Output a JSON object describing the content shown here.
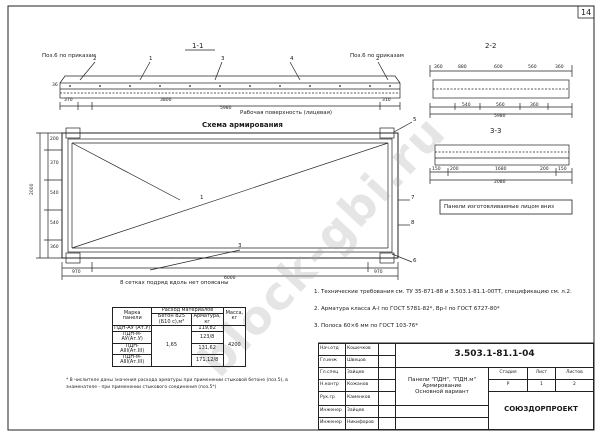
{
  "sheet": {
    "page_number": "14",
    "section_1_1": "1-1",
    "section_2_2": "2-2",
    "section_3_3": "3-3",
    "pos6_left": "Поз.6 по приказам",
    "pos6_right": "Поз.6 по приказам",
    "working_surface": "Рабочая поверхность (лицевая)",
    "scheme_title": "Схема армирования",
    "bottom_note": "Панели изготовливаемые лицом вниз",
    "edge_note": "8 сетках подряд вдоль нет опоясаны",
    "watermark": "block-gbi.ru"
  },
  "dimensions": {
    "section_1_1": [
      "370",
      "3800",
      "310",
      "5980",
      "36"
    ],
    "scheme_left": [
      "200",
      "370",
      "540",
      "540",
      "360",
      "2000"
    ],
    "scheme_bottom": [
      "970",
      "6000",
      "970"
    ],
    "section_2_2": [
      "360",
      "880",
      "600",
      "560",
      "360",
      "540",
      "560",
      "360"
    ],
    "section_2_2_total": "5980",
    "section_3_3": [
      "150",
      "200",
      "1680",
      "200",
      "150"
    ],
    "section_3_3_total": "2080"
  },
  "markers": [
    "1",
    "2",
    "3",
    "4",
    "5",
    "6",
    "7",
    "8"
  ],
  "notes": [
    "1. Технические требования  см.  ТУ 35-871-88 и 3.503.1-81.1-00ТТ, спецификацию см. л.2.",
    "2. Арматура класса  А-I  по ГОСТ 5781-82*,  Вр-I по ГОСТ 6727-80*",
    "3. Полоса  60×6 мм  по ГОСТ 103-76*"
  ],
  "footnote": "* В числителе даны значения расхода арматуры при применении стыковой бетоне (поз.5), в знаменателе - при применении стыкового соединения (поз.5*)",
  "spec_table": {
    "headers": [
      "Марка панели",
      "Расход материалов",
      "Масса, кг"
    ],
    "subheaders": [
      "Бетон В25 (Б10 с),м³",
      "Арматура, кг"
    ],
    "rows": [
      {
        "mark": "ПДН-АУ (Ат.У)",
        "steel": "119,82"
      },
      {
        "mark": "ПДН-м-АУ(Ат.У)",
        "steel": "123/8"
      },
      {
        "mark": "ПДН-АIII(Ат.III)",
        "steel": "131,62"
      },
      {
        "mark": "ПДН-м-АIII(Ат.III)",
        "steel": "171,12/8"
      }
    ],
    "concrete": "1,65",
    "mass": "4200"
  },
  "title_block": {
    "code": "3.503.1-81.1-04",
    "title_line1": "Панели \"ПДН\", \"ПДН.м\"",
    "title_line2": "Армирование",
    "title_line3": "Основной вариант",
    "stage_header": "Стадия",
    "sheet_header": "Лист",
    "sheets_header": "Листов",
    "stage": "Р",
    "sheet": "1",
    "sheets": "2",
    "org": "СОЮЗДОРПРОЕКТ",
    "roles": [
      "Нач.отд",
      "Гл.инж",
      "Гл.спец",
      "Н.контр",
      "Рук.гр",
      "Инженер",
      "Инженер"
    ],
    "names": [
      "Кошечков",
      "Швецов",
      "Зайцев",
      "Кожанов",
      "Каменков",
      "Зайцев",
      "Никифоров"
    ]
  }
}
